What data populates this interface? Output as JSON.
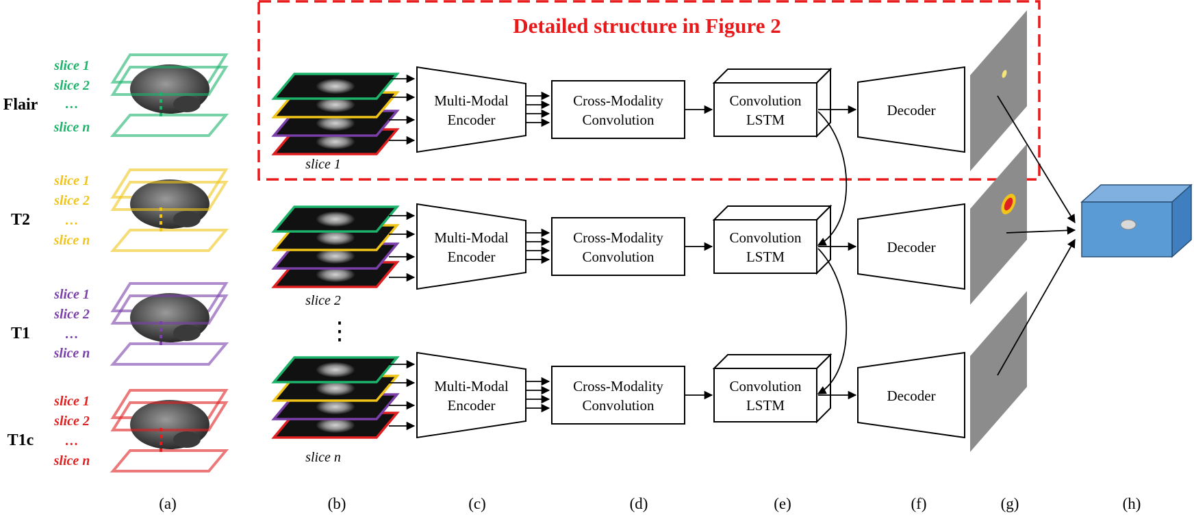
{
  "title": "Detailed  structure in Figure 2",
  "modalities": [
    {
      "name": "Flair",
      "color": "#1db36b",
      "slices": [
        "slice 1",
        "slice 2",
        "…",
        "slice n"
      ]
    },
    {
      "name": "T2",
      "color": "#f0c419",
      "slices": [
        "slice 1",
        "slice 2",
        "…",
        "slice n"
      ]
    },
    {
      "name": "T1",
      "color": "#7a3fa8",
      "slices": [
        "slice 1",
        "slice 2",
        "…",
        "slice n"
      ]
    },
    {
      "name": "T1c",
      "color": "#e02020",
      "slices": [
        "slice 1",
        "slice 2",
        "…",
        "slice n"
      ]
    }
  ],
  "rows": [
    {
      "slice_label": "slice 1",
      "encoder": [
        "Multi-Modal",
        "Encoder"
      ],
      "cross": [
        "Cross-Modality",
        "Convolution"
      ],
      "lstm": [
        "Convolution",
        "LSTM"
      ],
      "decoder": "Decoder"
    },
    {
      "slice_label": "slice 2",
      "encoder": [
        "Multi-Modal",
        "Encoder"
      ],
      "cross": [
        "Cross-Modality",
        "Convolution"
      ],
      "lstm": [
        "Convolution",
        "LSTM"
      ],
      "decoder": "Decoder"
    },
    {
      "slice_label": "slice n",
      "encoder": [
        "Multi-Modal",
        "Encoder"
      ],
      "cross": [
        "Cross-Modality",
        "Convolution"
      ],
      "lstm": [
        "Convolution",
        "LSTM"
      ],
      "decoder": "Decoder"
    }
  ],
  "vdots": "⋮",
  "panel_labels": [
    "(a)",
    "(b)",
    "(c)",
    "(d)",
    "(e)",
    "(f)",
    "(g)",
    "(h)"
  ],
  "colors": {
    "dashed_frame": "#e8191a",
    "output_cube": "#5b9bd5",
    "seg_plane": "#8c8c8c"
  }
}
